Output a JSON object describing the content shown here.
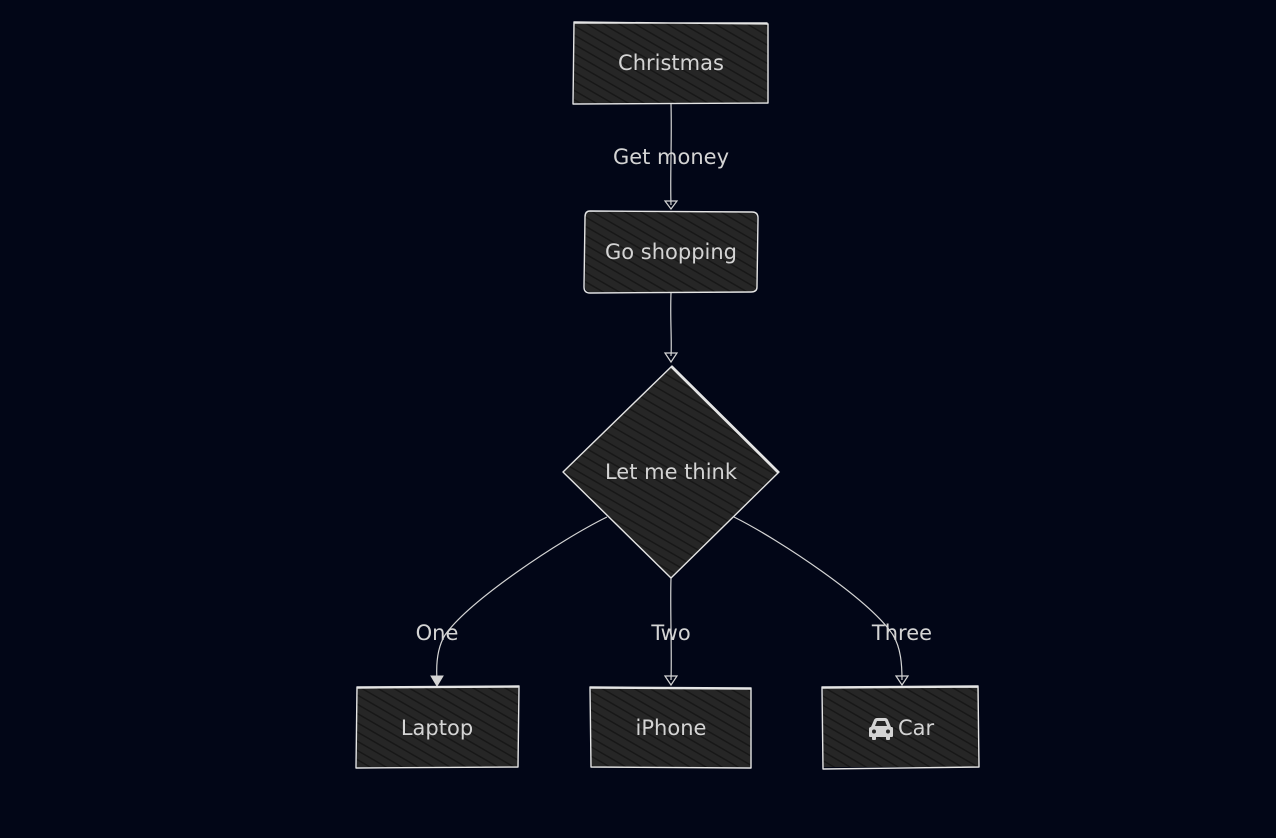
{
  "nodes": {
    "christmas": {
      "label": "Christmas",
      "shape": "rect"
    },
    "shopping": {
      "label": "Go shopping",
      "shape": "rounded-rect"
    },
    "think": {
      "label": "Let me think",
      "shape": "diamond"
    },
    "laptop": {
      "label": "Laptop",
      "shape": "rect"
    },
    "iphone": {
      "label": "iPhone",
      "shape": "rect"
    },
    "car": {
      "label": "Car",
      "shape": "rect",
      "icon": "car-icon"
    }
  },
  "edges": {
    "christmas_shopping": {
      "label": "Get money"
    },
    "shopping_think": {
      "label": ""
    },
    "think_laptop": {
      "label": "One"
    },
    "think_iphone": {
      "label": "Two"
    },
    "think_car": {
      "label": "Three"
    }
  },
  "colors": {
    "background": "#020617",
    "node_fill": "#2a2a2a",
    "stroke": "#e5e5e5",
    "text": "#d4d4d4"
  }
}
